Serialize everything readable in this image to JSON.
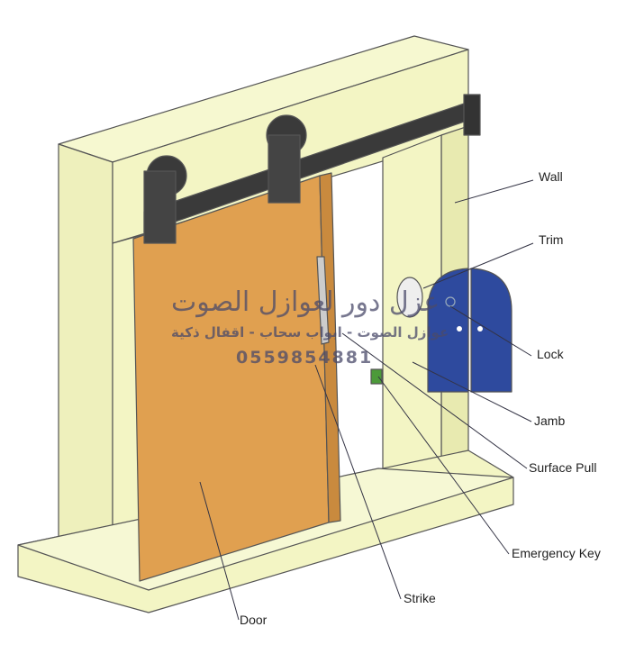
{
  "labels": {
    "wall": "Wall",
    "trim": "Trim",
    "lock": "Lock",
    "jamb": "Jamb",
    "surface_pull": "Surface Pull",
    "emergency_key": "Emergency Key",
    "strike": "Strike",
    "door": "Door"
  },
  "watermark": {
    "title": "عزل دور لعوازل الصوت",
    "subtitle": "عوازل الصوت - ابواب سحاب - اقفال ذكية",
    "phone": "0559854881"
  },
  "colors": {
    "wall": "#f3f5c4",
    "door": "#e0a050",
    "rail": "#3a3a3a",
    "lock_plate": "#2e4a9e"
  }
}
